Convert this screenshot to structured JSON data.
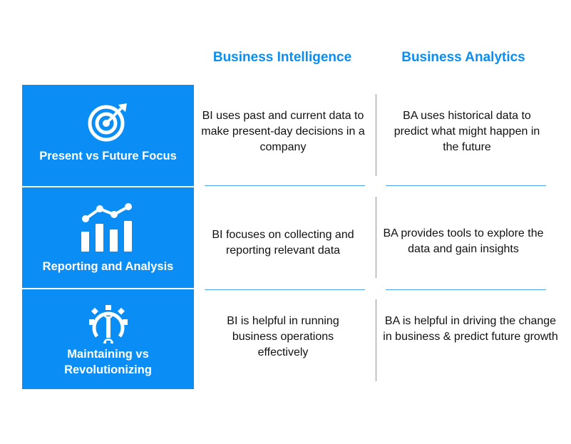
{
  "headers": {
    "bi": "Business Intelligence",
    "ba": "Business Analytics"
  },
  "rows": [
    {
      "label": "Present vs Future Focus",
      "icon": "target-icon",
      "bi": "BI uses past and current data to make present-day decisions in a company",
      "ba": "BA uses historical data to predict what might happen in the future"
    },
    {
      "label": "Reporting and Analysis",
      "icon": "chart-icon",
      "bi": "BI focuses on collecting and reporting relevant data",
      "ba": "BA provides tools to explore the data and gain insights"
    },
    {
      "label": "Maintaining vs Revolutionizing",
      "icon": "gear-wrench-icon",
      "bi": "BI is helpful in running business operations effectively",
      "ba": "BA is helpful in driving the change in business & predict future growth"
    }
  ],
  "colors": {
    "accent": "#0a8ef5"
  }
}
